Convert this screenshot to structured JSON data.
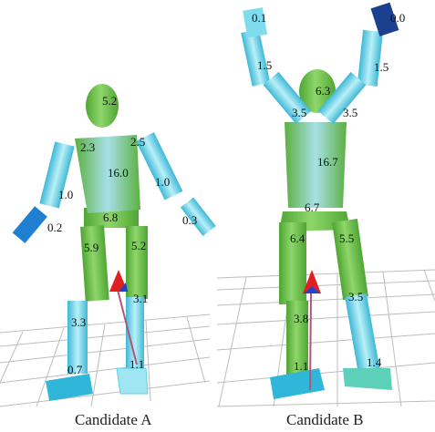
{
  "panels": [
    {
      "caption": "Candidate A",
      "labels": {
        "head": "5.2",
        "l_shoulder": "2.3",
        "r_shoulder": "2.5",
        "torso": "16.0",
        "l_upper_arm": "1.0",
        "r_upper_arm": "1.0",
        "l_hand": "0.2",
        "r_hand": "0.3",
        "pelvis": "6.8",
        "l_thigh": "5.9",
        "r_thigh": "5.2",
        "r_shin": "3.1",
        "l_shin": "3.3",
        "l_foot": "0.7",
        "r_foot": "1.1"
      }
    },
    {
      "caption": "Candidate B",
      "labels": {
        "l_hand": "0.1",
        "r_hand": "0.0",
        "l_upper_arm": "1.5",
        "r_upper_arm": "1.5",
        "head": "6.3",
        "l_shoulder": "3.5",
        "r_shoulder": "3.5",
        "torso": "16.7",
        "pelvis": "6.7",
        "l_thigh": "6.4",
        "r_thigh": "5.5",
        "r_shin": "3.5",
        "l_shin": "3.8",
        "l_foot": "1.1",
        "r_foot": "1.4"
      }
    }
  ],
  "colors": {
    "green": "#6cc24a",
    "green_dark": "#4fa534",
    "cyan": "#5fd0e6",
    "cyan_light": "#9fe6f2",
    "blue": "#1f7fd0",
    "navy": "#1d3f8f",
    "arrow_red": "#e02020",
    "arrow_blue": "#2244cc",
    "grid": "#b8b8b8"
  }
}
